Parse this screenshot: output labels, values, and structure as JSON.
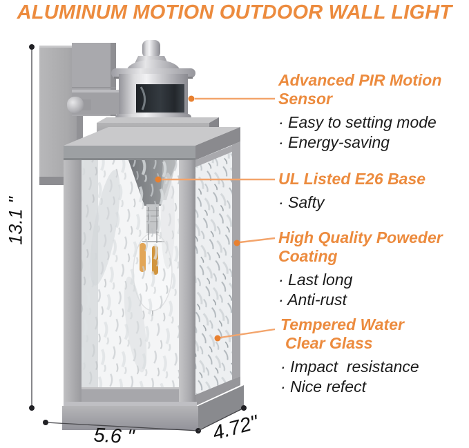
{
  "title": "ALUMINUM MOTION OUTDOOR WALL LIGHT",
  "colors": {
    "accent_orange": "#EC8B3E",
    "connector_line": "#F3A46B",
    "connector_dot": "#E8802F",
    "body_text": "#1B1B1B",
    "dimension_line": "#47474B",
    "lamp_silver": "#ACACAE"
  },
  "dimensions": {
    "height": "13.1 \"",
    "width": "5.6 \"",
    "depth": "4.72\""
  },
  "callouts": [
    {
      "heading": [
        "Advanced PIR Motion",
        "Sensor"
      ],
      "bullets": [
        "· Easy to setting mode",
        "· Energy-saving"
      ]
    },
    {
      "heading": [
        "UL Listed E26 Base"
      ],
      "bullets": [
        "· Safty"
      ]
    },
    {
      "heading": [
        "High Quality Poweder",
        "Coating"
      ],
      "bullets": [
        "· Last long",
        "· Anti-rust"
      ]
    },
    {
      "heading": [
        "Tempered Water",
        "Clear Glass"
      ],
      "bullets": [
        "· Impact  resistance",
        "· Nice refect"
      ]
    }
  ]
}
